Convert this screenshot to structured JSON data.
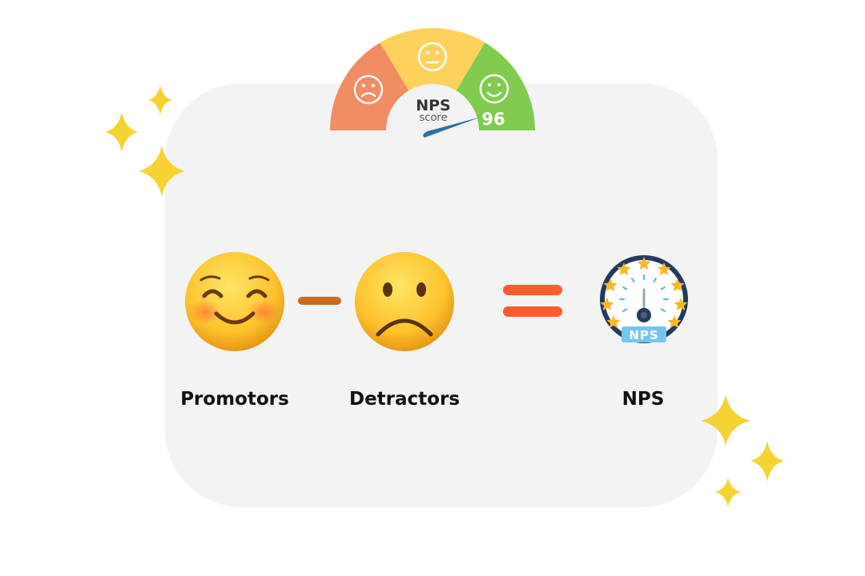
{
  "gauge": {
    "title": "NPS",
    "subtitle": "score",
    "value": "96",
    "colors": {
      "low": "#f28c62",
      "mid": "#fdd15a",
      "high": "#7fcc4f",
      "needle": "#2b73a6"
    }
  },
  "formula": {
    "promoters_label": "Promotors",
    "detractors_label": "Detractors",
    "result_label": "NPS",
    "badge_text": "NPS",
    "minus_color": "#c86a1e",
    "equals_color": "#fb5c2e"
  },
  "sparkle_color": "#f7d233"
}
